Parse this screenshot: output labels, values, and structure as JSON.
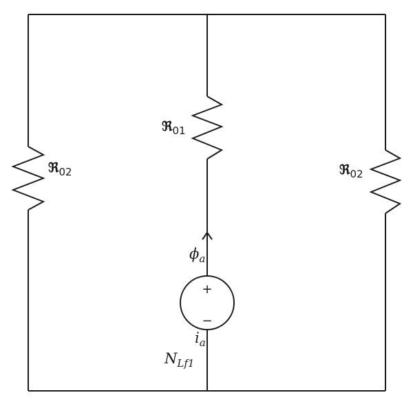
{
  "resistors": {
    "left": {
      "symbol": "ℜ",
      "subscript": "02"
    },
    "center": {
      "symbol": "ℜ",
      "subscript": "01"
    },
    "right": {
      "symbol": "ℜ",
      "subscript": "02"
    }
  },
  "flux_label": {
    "symbol": "ϕ",
    "subscript": "a"
  },
  "current_label": {
    "symbol": "i",
    "subscript": "a"
  },
  "turns_label": {
    "symbol": "N",
    "subscript": "Lf1"
  },
  "source": {
    "plus": "+",
    "minus": "−"
  }
}
